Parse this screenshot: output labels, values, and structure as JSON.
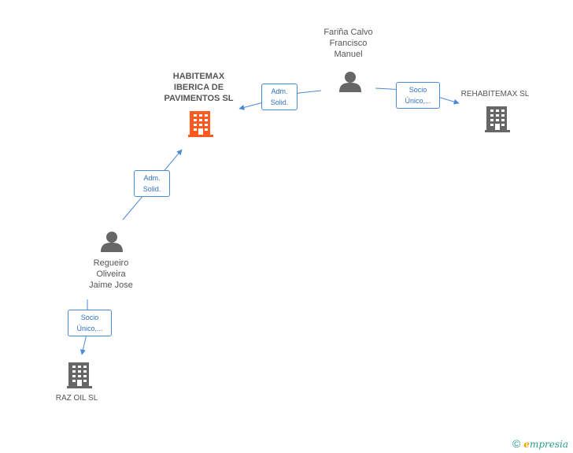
{
  "colors": {
    "edge": "#4a8ad4",
    "company_main": "#ff5a1f",
    "company": "#666666",
    "person": "#666666"
  },
  "nodes": {
    "habitemax": {
      "lines": [
        "HABITEMAX",
        "IBERICA DE",
        "PAVIMENTOS SL"
      ],
      "icon": "building-icon"
    },
    "farina": {
      "lines": [
        "Fariña Calvo",
        "Francisco",
        "Manuel"
      ],
      "icon": "person-icon"
    },
    "rehabitemax": {
      "label": "REHABITEMAX SL",
      "icon": "building-icon"
    },
    "regueiro": {
      "lines": [
        "Regueiro",
        "Oliveira",
        "Jaime Jose"
      ],
      "icon": "person-icon"
    },
    "razoil": {
      "label": "RAZ OIL SL",
      "icon": "building-icon"
    }
  },
  "edges": {
    "farina_habitemax": [
      "Adm.",
      "Solid."
    ],
    "farina_rehabitemax": [
      "Socio",
      "Único,..."
    ],
    "regueiro_habitemax": [
      "Adm.",
      "Solid."
    ],
    "regueiro_razoil": [
      "Socio",
      "Único,..."
    ]
  },
  "brand": {
    "copyright": "©",
    "e": "e",
    "rest": "mpresia"
  }
}
